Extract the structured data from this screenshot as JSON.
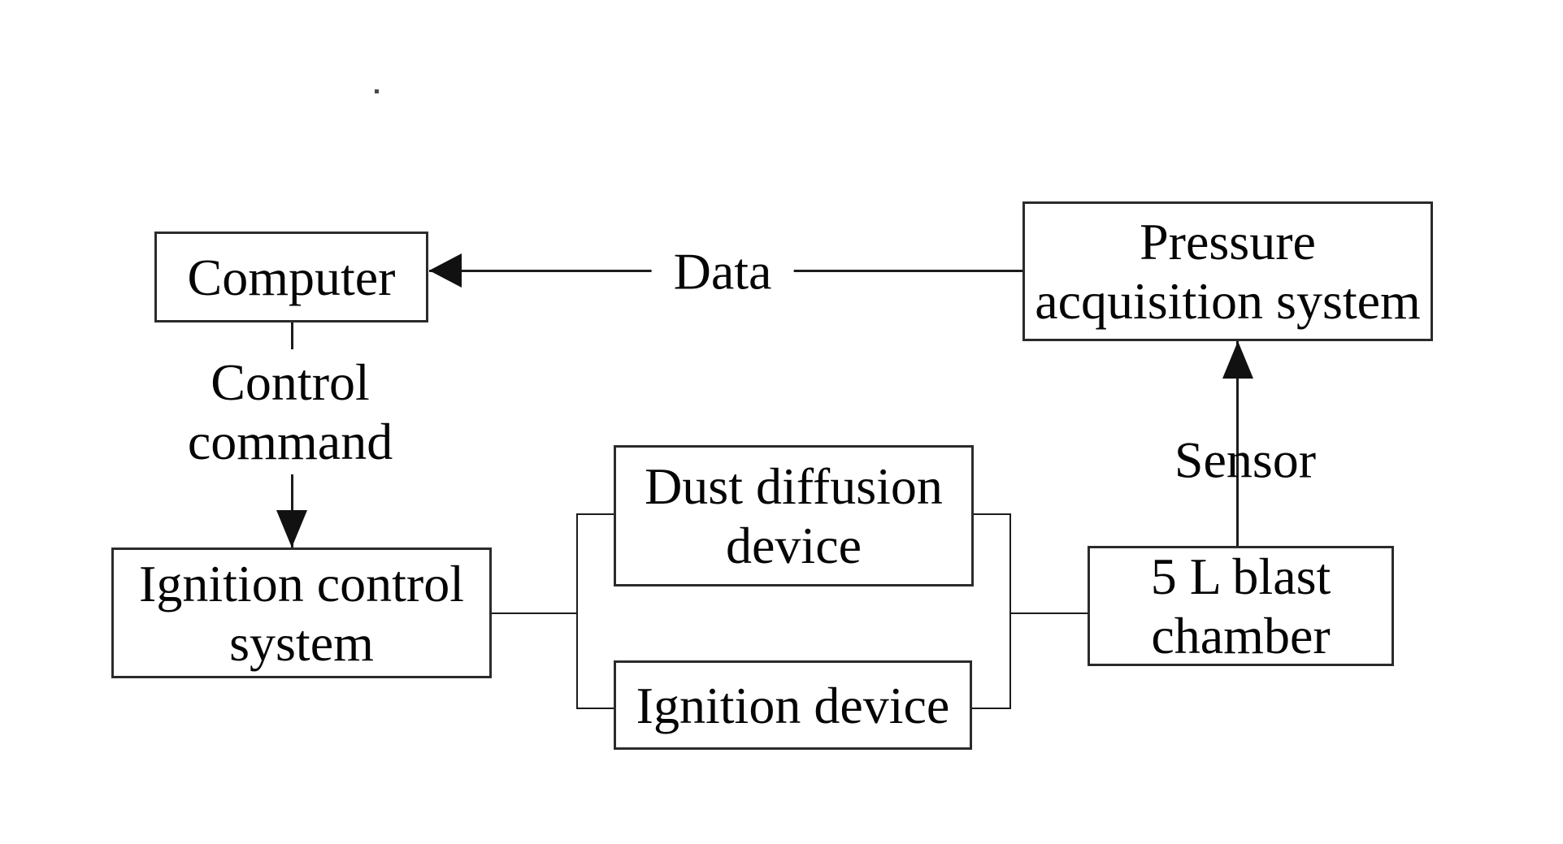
{
  "diagram": {
    "type": "block-diagram",
    "colors": {
      "background": "#ffffff",
      "box_border": "#2b2b2b",
      "line": "#1c1c1c",
      "text": "#050505"
    },
    "boxes": {
      "computer": {
        "lines": [
          "Computer"
        ]
      },
      "pressure_acquisition_system": {
        "lines": [
          "Pressure",
          "acquisition system"
        ]
      },
      "ignition_control_system": {
        "lines": [
          "Ignition control",
          "system"
        ]
      },
      "dust_diffusion_device": {
        "lines": [
          "Dust diffusion",
          "device"
        ]
      },
      "ignition_device": {
        "lines": [
          "Ignition device"
        ]
      },
      "blast_chamber": {
        "lines": [
          "5 L blast",
          "chamber"
        ]
      }
    },
    "edge_labels": {
      "data": "Data",
      "control_command": [
        "Control",
        "command"
      ],
      "sensor": "Sensor"
    },
    "connections": [
      {
        "from": "pressure_acquisition_system",
        "to": "computer",
        "label": "Data",
        "arrowhead": "at-computer"
      },
      {
        "from": "computer",
        "to": "ignition_control_system",
        "label": "Control command",
        "arrowhead": "at-ignition-control-system"
      },
      {
        "from": "blast_chamber",
        "to": "pressure_acquisition_system",
        "label": "Sensor",
        "arrowhead": "at-pressure-acquisition-system"
      },
      {
        "from": "ignition_control_system",
        "to": "dust_diffusion_device",
        "label": "",
        "arrowhead": "none"
      },
      {
        "from": "ignition_control_system",
        "to": "ignition_device",
        "label": "",
        "arrowhead": "none"
      },
      {
        "from": "dust_diffusion_device",
        "to": "blast_chamber",
        "label": "",
        "arrowhead": "none"
      },
      {
        "from": "ignition_device",
        "to": "blast_chamber",
        "label": "",
        "arrowhead": "none"
      }
    ]
  }
}
